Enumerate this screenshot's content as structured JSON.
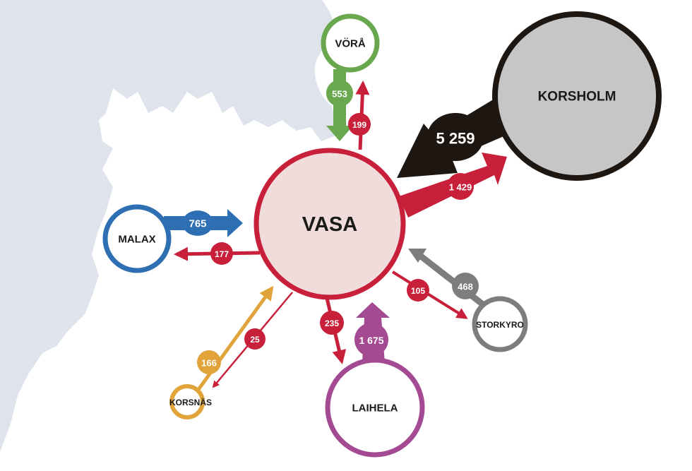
{
  "colors": {
    "land": "#dfe3ec",
    "vasa": "#c8203a",
    "vasa_fill": "#f1dcdc",
    "korsholm": "#1e1611",
    "korsholm_fill": "#c6c6c6",
    "vora": "#6aa84f",
    "vora_fill": "#ffffff",
    "malax": "#2e6fb3",
    "malax_fill": "#ffffff",
    "korsnas": "#e0a43a",
    "korsnas_fill": "#ffffff",
    "laihela": "#a44a93",
    "laihela_fill": "#ffffff",
    "storkyro": "#7d7d7d",
    "storkyro_fill": "#ffffff"
  },
  "nodes": {
    "vasa": "VASA",
    "korsholm": "KORSHOLM",
    "vora": "VÖRÅ",
    "malax": "MALAX",
    "korsnas": "KORSNÄS",
    "laihela": "LAIHELA",
    "storkyro": "STORKYRO"
  },
  "flows": {
    "korsholm_to_vasa": "5 259",
    "vasa_to_korsholm": "1 429",
    "vora_to_vasa": "553",
    "vasa_to_vora": "199",
    "malax_to_vasa": "765",
    "vasa_to_malax": "177",
    "korsnas_to_vasa": "166",
    "vasa_to_korsnas": "25",
    "laihela_to_vasa": "1 675",
    "vasa_to_laihela": "235",
    "storkyro_to_vasa": "468",
    "vasa_to_storkyro": "105"
  }
}
